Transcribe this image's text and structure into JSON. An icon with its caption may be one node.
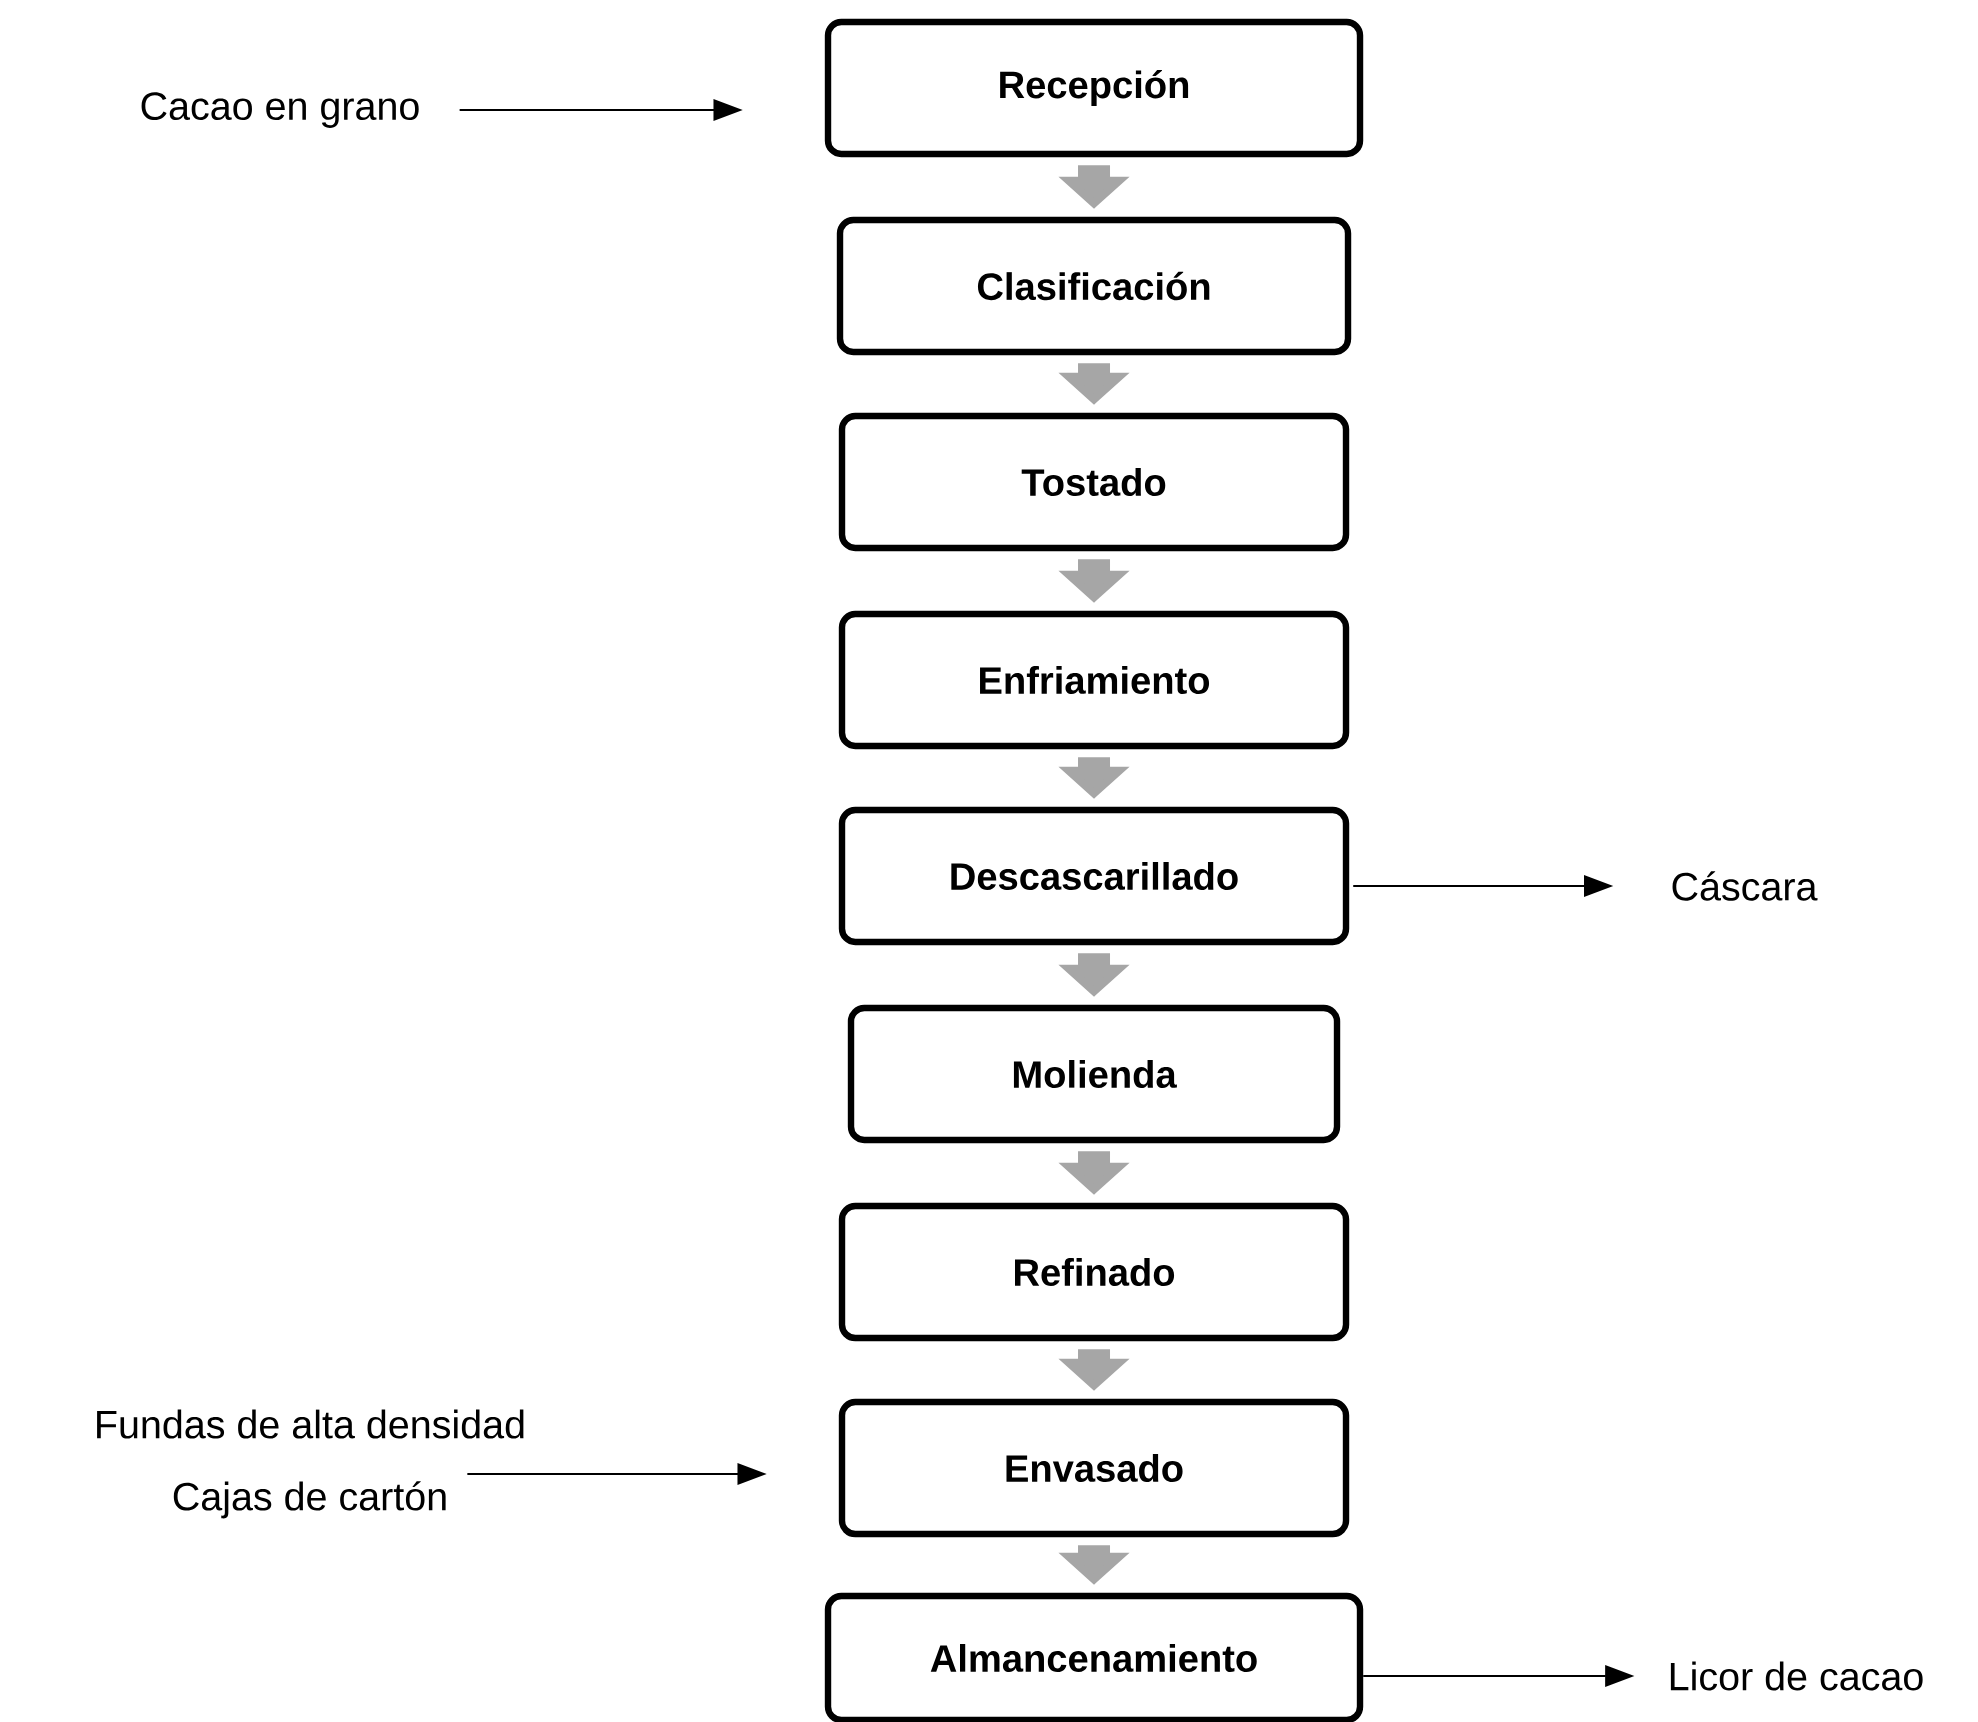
{
  "diagram": {
    "nodes": [
      {
        "text": [
          "Cacao en grano"
        ]
      },
      {
        "text": [
          "Recepción"
        ]
      },
      {
        "text": [
          "Clasificación"
        ]
      },
      {
        "text": [
          "Tostado"
        ]
      },
      {
        "text": [
          "Enfriamiento"
        ]
      },
      {
        "text": [
          "Descascarillado"
        ]
      },
      {
        "text": [
          "Cáscara"
        ]
      },
      {
        "text": [
          "Molienda"
        ]
      },
      {
        "text": [
          "Refinado"
        ]
      },
      {
        "text": [
          "Fundas de alta densidad",
          "Cajas de cartón"
        ]
      },
      {
        "text": [
          "Envasado"
        ]
      },
      {
        "text": [
          "Almancenamiento"
        ]
      },
      {
        "text": [
          "Licor de cacao"
        ]
      }
    ],
    "edges": [
      {
        "from": 0,
        "to": 1,
        "arrow": "to",
        "color": "#000000"
      },
      {
        "from": 1,
        "to": 2,
        "arrow": "to"
      },
      {
        "from": 2,
        "to": 3,
        "arrow": "to"
      },
      {
        "from": 3,
        "to": 4,
        "arrow": "to"
      },
      {
        "from": 4,
        "to": 5,
        "arrow": "to"
      },
      {
        "from": 5,
        "to": 6,
        "arrow": "to",
        "color": "#000000"
      },
      {
        "from": 5,
        "to": 7,
        "arrow": "to"
      },
      {
        "from": 7,
        "to": 8,
        "arrow": "to"
      },
      {
        "from": 8,
        "to": 10,
        "arrow": "to"
      },
      {
        "from": 9,
        "to": 10,
        "arrow": "to",
        "color": "#000000"
      },
      {
        "from": 10,
        "to": 11,
        "arrow": "to"
      },
      {
        "from": 11,
        "to": 12,
        "arrow": "to",
        "color": "#000000"
      }
    ]
  }
}
